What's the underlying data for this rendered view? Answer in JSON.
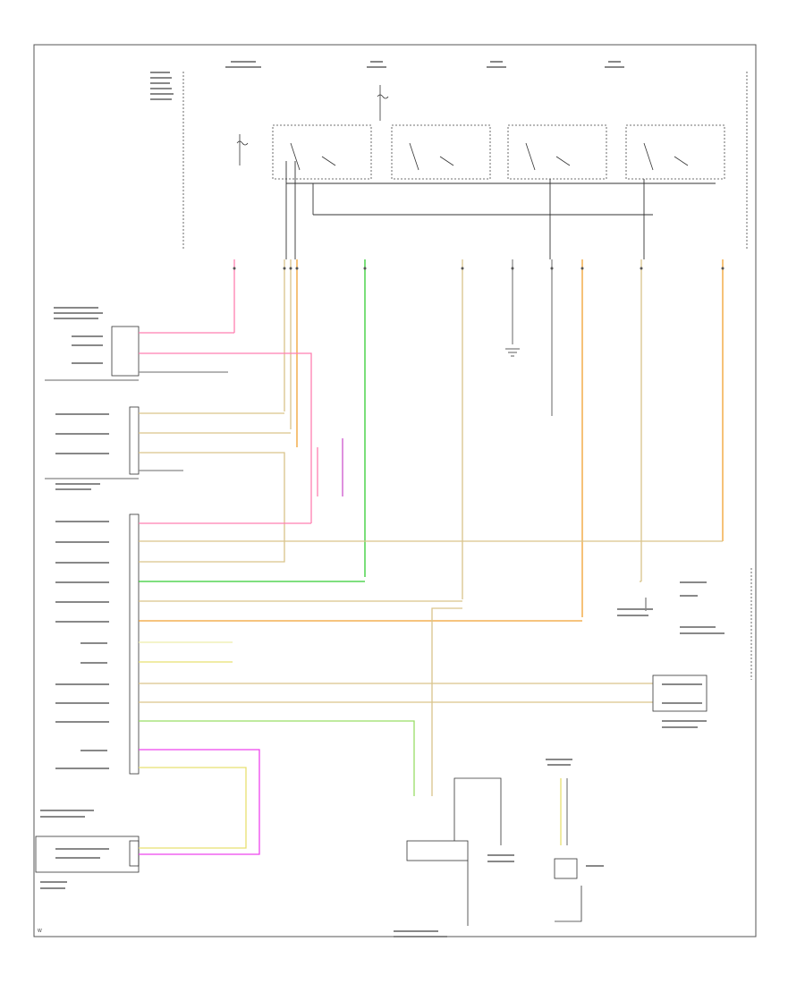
{
  "diagram_code": "W",
  "colors": {
    "pink": "#ff7fb0",
    "tan": "#d9c48a",
    "green": "#33cc33",
    "lightgreen": "#99dd66",
    "orange": "#f0a030",
    "yellow": "#e8e070",
    "magenta": "#ee44ee",
    "violet": "#cc55cc",
    "gray": "#888888",
    "black": "#333333"
  },
  "fuse_relays": [
    {
      "id": "relay-1"
    },
    {
      "id": "relay-2"
    },
    {
      "id": "relay-3"
    },
    {
      "id": "relay-4"
    }
  ],
  "left_modules": [
    {
      "id": "module-top"
    },
    {
      "id": "module-upper"
    },
    {
      "id": "module-main"
    },
    {
      "id": "module-bottom"
    }
  ]
}
